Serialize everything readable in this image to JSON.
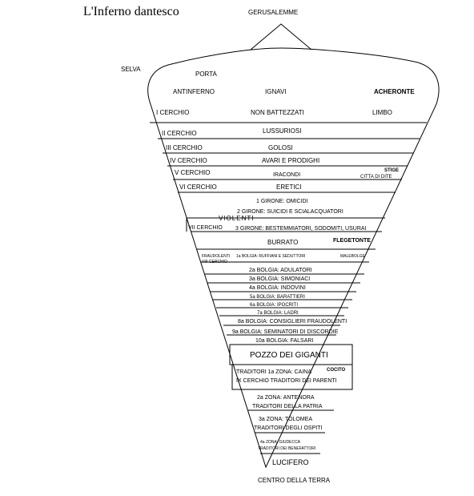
{
  "title": "L'Inferno dantesco",
  "top": {
    "gerusalemme": "GERUSALEMME",
    "selva": "SELVA",
    "porta": "PORTA",
    "antinferno": "ANTINFERNO",
    "ignavi": "IGNAVI",
    "acheronte": "ACHERONTE"
  },
  "circles": {
    "c1_name": "I CERCHIO",
    "c1_label": "NON BATTEZZATI",
    "c1_place": "LIMBO",
    "c2_name": "II CERCHIO",
    "c2_label": "LUSSURIOSI",
    "c3_name": "III CERCHIO",
    "c3_label": "GOLOSI",
    "c4_name": "IV CERCHIO",
    "c4_label": "AVARI E PRODIGHI",
    "c5_name": "V CERCHIO",
    "c5_label": "IRACONDI",
    "stige": "STIGE",
    "citta_dite": "CITTA DI DITE",
    "c6_name": "VI CERCHIO",
    "c6_label": "ERETICI"
  },
  "violenti": {
    "girone1": "1 GIRONE: OMICIDI",
    "girone2": "2 GIRONE: SUICIDI E SCIALACQUATORI",
    "violenti": "VIOLENTI",
    "c7_name": "VII CERCHIO",
    "girone3": "3 GIRONE: BESTEMMIATORI, SODOMITI, USURAI",
    "burrato": "BURRATO",
    "flegetonte": "FLEGETONTE"
  },
  "malebolge": {
    "fraudolenti": "FRAUDOLENTI",
    "c8_name": "VIII CERCHIO",
    "b1": "1a BOLGIA: RUFFIANI E SEDUTTORI",
    "name": "MALEBOLGE",
    "b2": "2a BOLGIA: ADULATORI",
    "b3": "3a BOLGIA: SIMONIACI",
    "b4": "4a BOLGIA: INDOVINI",
    "b5": "5a BOLGIA: BARATTIERI",
    "b6": "6a BOLGIA: IPOCRITI",
    "b7": "7a BOLGIA: LADRI",
    "b8": "8a BOLGIA: CONSIGLIERI FRAUDOLENTI",
    "b9": "9a BOLGIA: SEMINATORI DI DISCORDIE",
    "b10": "10a BOLGIA: FALSARI"
  },
  "pozzo": "POZZO DEI GIGANTI",
  "cocito": {
    "z1a": "TRADITORI 1a ZONA: CAINA",
    "cocito": "COCITO",
    "z1b": "IX CERCHIO TRADITORI DEI PARENTI",
    "z2a": "2a ZONA: ANTENORA",
    "z2b": "TRADITORI DELLA PATRIA",
    "z3a": "3a ZONA: TOLOMEA",
    "z3b": "TRADITORI DEGLI OSPITI",
    "z4a": "4a ZONA: GIUDECCA",
    "z4b": "TRADITORI DEI BENEFATTORI",
    "lucifero": "LUCIFERO"
  },
  "bottom": "CENTRO DELLA TERRA"
}
